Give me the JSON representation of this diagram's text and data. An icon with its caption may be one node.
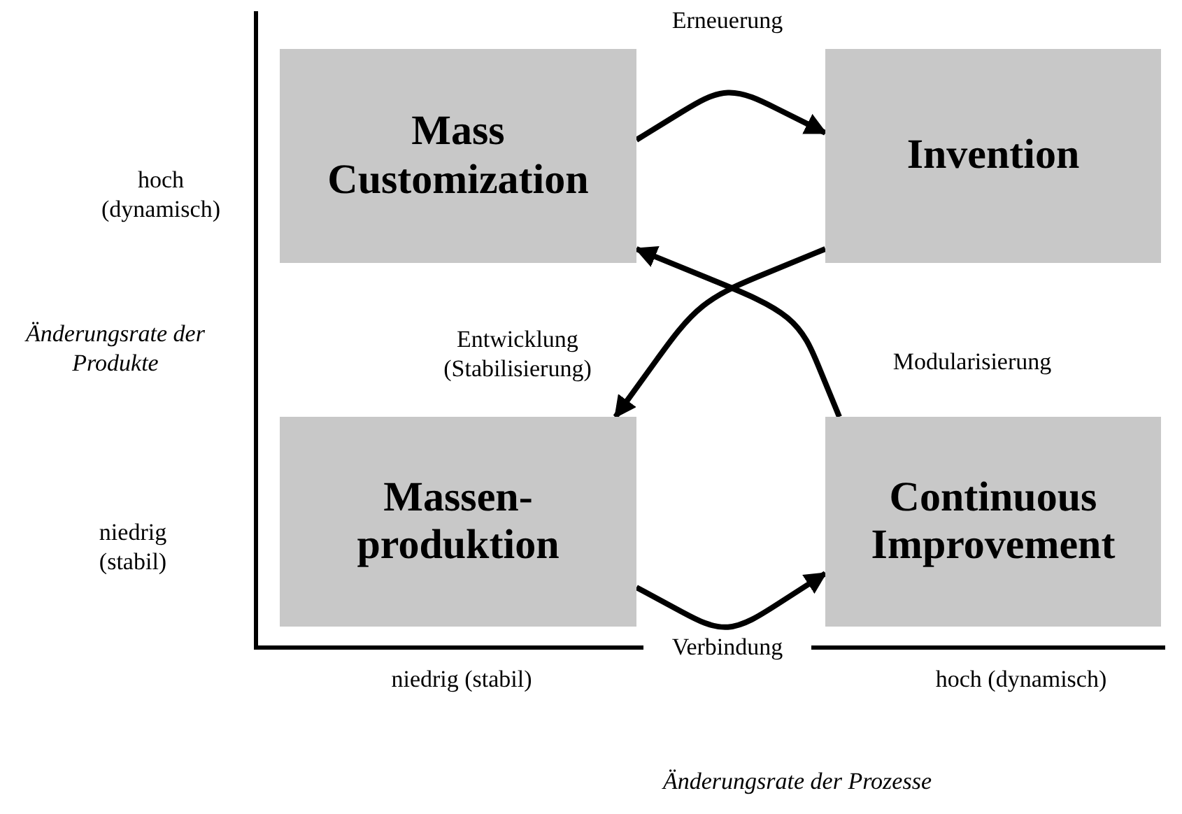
{
  "diagram": {
    "nodes": [
      {
        "text": [
          "Mass Customization"
        ]
      },
      {
        "text": [
          "Invention"
        ]
      },
      {
        "text": [
          "Massen- produktion"
        ]
      },
      {
        "text": [
          "Continuous Improvement"
        ]
      }
    ],
    "edges": [
      {
        "from": 0,
        "to": 1,
        "arrow": "to",
        "label": "Erneuerung"
      },
      {
        "from": 1,
        "to": 2,
        "arrow": "to",
        "label": "Entwicklung (Stabilisierung)"
      },
      {
        "from": 3,
        "to": 0,
        "arrow": "to",
        "label": "Modularisierung"
      },
      {
        "from": 2,
        "to": 3,
        "arrow": "to",
        "label": "Verbindung"
      }
    ],
    "labels": [
      "hoch (dynamisch)",
      "Änderungsrate der Produkte",
      "niedrig (stabil)",
      "niedrig (stabil)",
      "hoch (dynamisch)",
      "Änderungsrate der Prozesse"
    ]
  }
}
